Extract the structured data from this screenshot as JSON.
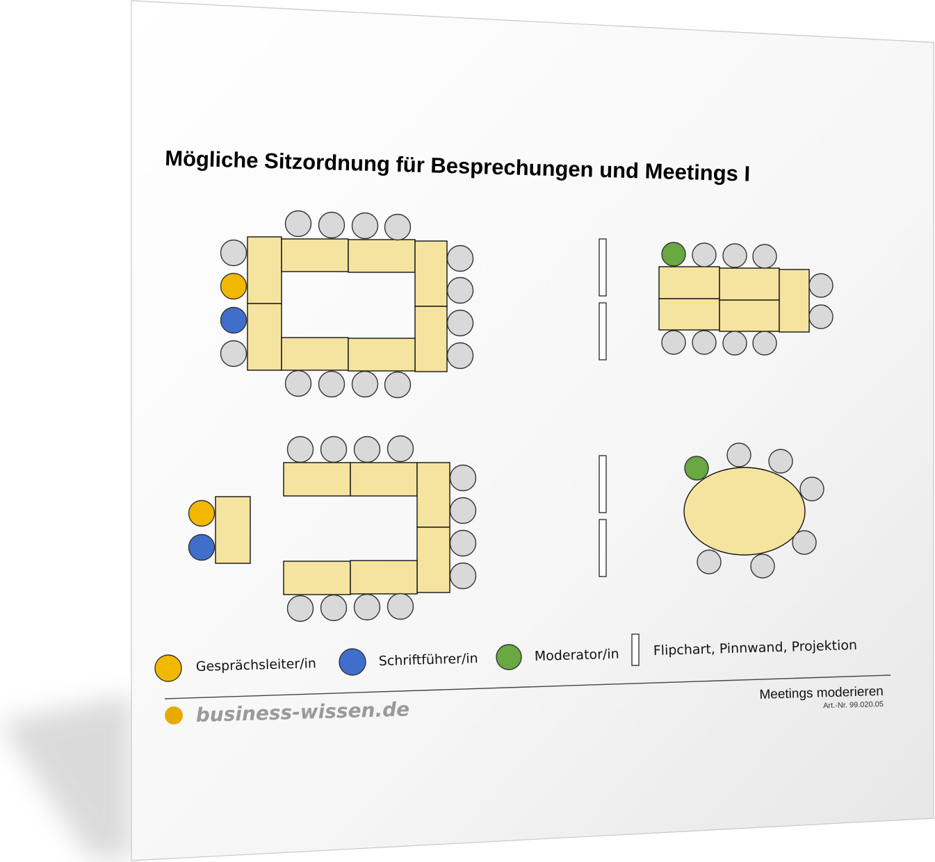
{
  "title": "Mögliche Sitzordnung für Besprechungen und Meetings I",
  "colors": {
    "leader": "#f2b800",
    "secretary": "#3f6fcb",
    "moderator": "#6aa842",
    "chair": "#d9d9d9",
    "table": "#f5e3a0",
    "brand_dot": "#e8a900"
  },
  "legend": {
    "leader": "Gesprächsleiter/in",
    "secretary": "Schriftführer/in",
    "moderator": "Moderator/in",
    "board": "Flipchart, Pinnwand, Projektion"
  },
  "footer": {
    "brand": "business-wissen.de",
    "product": "Meetings moderieren",
    "article": "Art.-Nr. 99.020.05"
  }
}
